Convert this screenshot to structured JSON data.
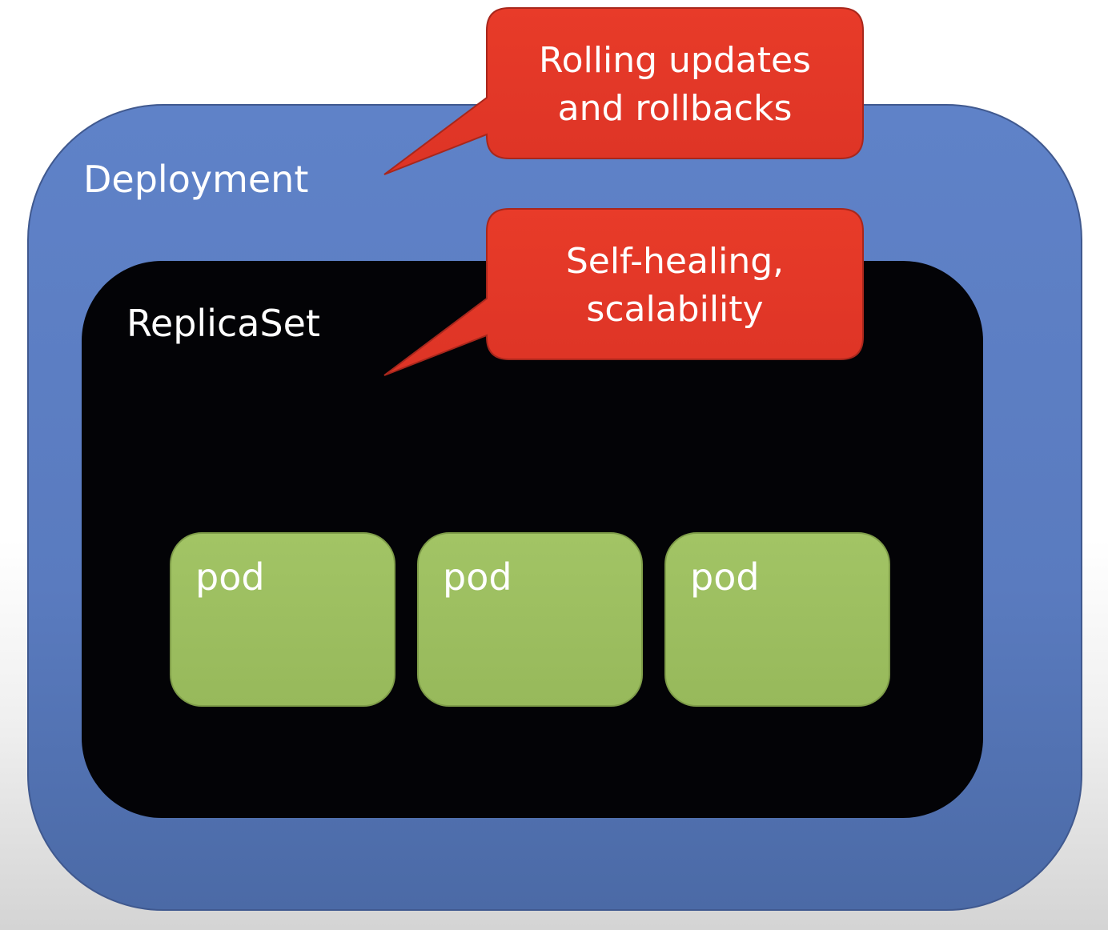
{
  "deployment": {
    "label": "Deployment",
    "color": "#5f82c8"
  },
  "replicaset": {
    "label": "ReplicaSet",
    "color": "#030306"
  },
  "pods": [
    {
      "label": "pod"
    },
    {
      "label": "pod"
    },
    {
      "label": "pod"
    }
  ],
  "pod_color": "#a2c465",
  "callouts": [
    {
      "lines": [
        "Rolling updates",
        "and rollbacks"
      ]
    },
    {
      "lines": [
        "Self-healing,",
        "scalability"
      ]
    }
  ],
  "callout_color": "#e3392a"
}
